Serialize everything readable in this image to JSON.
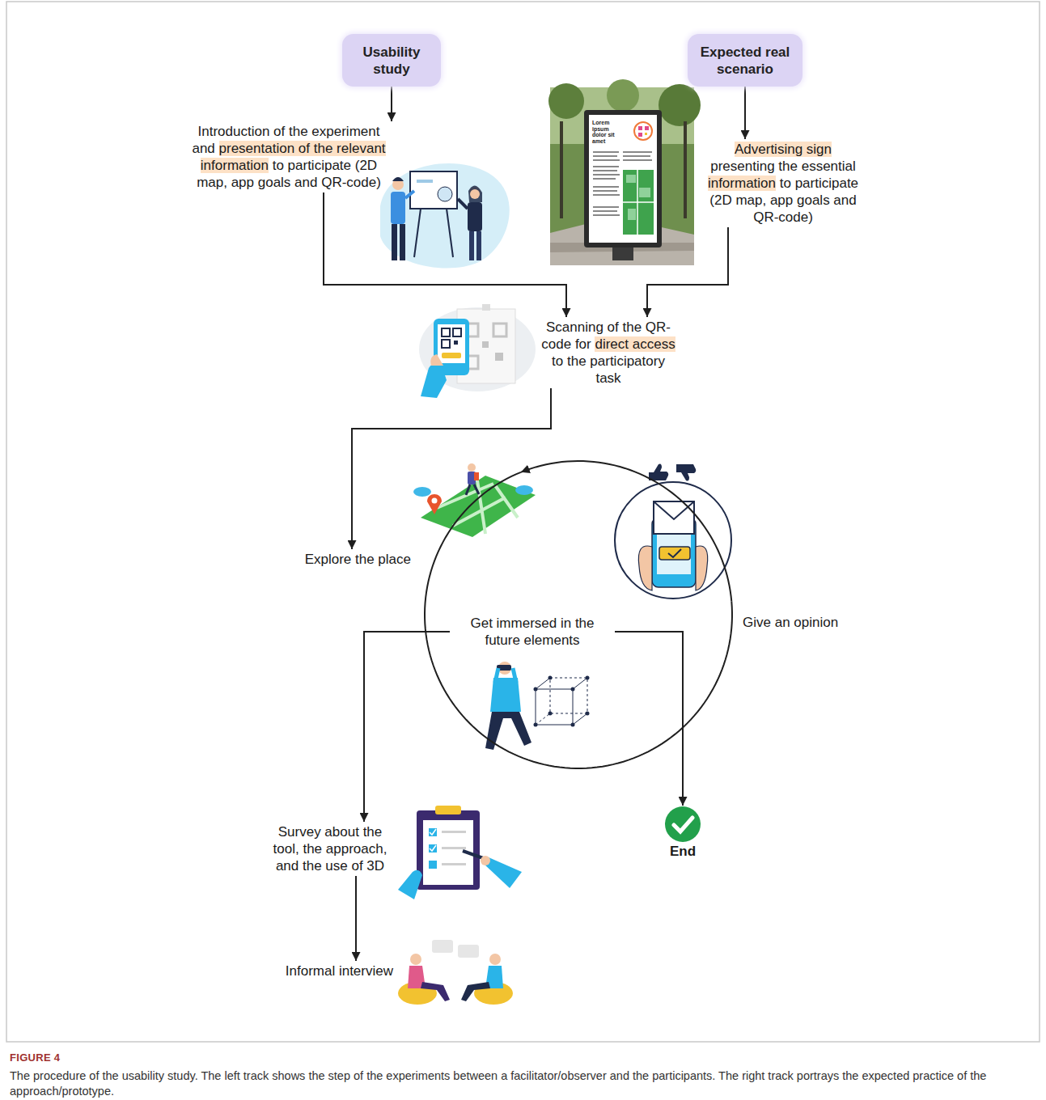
{
  "diagram": {
    "caption": "The procedure of the usability study. The left track shows the step of the experiments between a facilitator/observer and the participants. The right track portrays the expected practice of the approach/prototype.",
    "nodes": [
      {
        "text": [
          "Usability study"
        ]
      },
      {
        "text": [
          "Expected real scenario"
        ]
      },
      {
        "text": [
          "Introduction of the experiment and presentation of the relevant information to participate (2D map, app goals and QR-code)"
        ]
      },
      {
        "text": [
          "Advertising sign presenting the essential information to participate (2D map, app goals and QR-code)"
        ]
      },
      {
        "text": [
          "Scanning of the QR-code for direct access to the participatory task"
        ]
      },
      {
        "text": [
          "Explore the place"
        ]
      },
      {
        "text": [
          "Get immersed in the future elements"
        ]
      },
      {
        "text": [
          "Give an opinion"
        ]
      },
      {
        "text": [
          "Survey about the tool, the approach, and the use of 3D"
        ]
      },
      {
        "text": [
          "End"
        ]
      },
      {
        "text": [
          "Informal interview"
        ]
      }
    ],
    "edges": [
      {
        "from": 0,
        "to": 2,
        "arrow": "to"
      },
      {
        "from": 1,
        "to": 3,
        "arrow": "to"
      },
      {
        "from": 2,
        "to": 4,
        "arrow": "to"
      },
      {
        "from": 3,
        "to": 4,
        "arrow": "to"
      },
      {
        "from": 4,
        "to": 5,
        "arrow": "to"
      },
      {
        "from": 5,
        "to": 6,
        "arrow": "none"
      },
      {
        "from": 6,
        "to": 7,
        "arrow": "none"
      },
      {
        "from": 7,
        "to": 5,
        "arrow": "to"
      },
      {
        "from": 6,
        "to": 8,
        "arrow": "to"
      },
      {
        "from": 6,
        "to": 9,
        "arrow": "to"
      },
      {
        "from": 8,
        "to": 10,
        "arrow": "to"
      }
    ],
    "labels": [
      "FIGURE 4",
      "Lorem ipsum dolor sit amet"
    ]
  }
}
